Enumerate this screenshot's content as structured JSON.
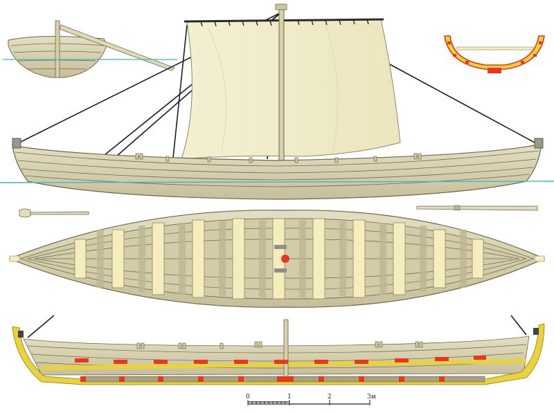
{
  "scale_bar": {
    "labels": [
      "0",
      "1",
      "2",
      "3м"
    ]
  },
  "colors": {
    "hull_wood": "#d9d3b4",
    "hull_stroke": "#6d6649",
    "sail": "#f2efcf",
    "waterline": "#3cb8c2",
    "thwart": "#f5edbb",
    "section_frame": "#e9d23a",
    "fitting_red": "#e8371f",
    "rigging": "#1c1c1c"
  },
  "views": {
    "front": "bow-view-icon",
    "side": "side-elevation-with-sail",
    "plan": "top-plan-view",
    "section": "longitudinal-section",
    "cross": "cross-section-icon"
  }
}
